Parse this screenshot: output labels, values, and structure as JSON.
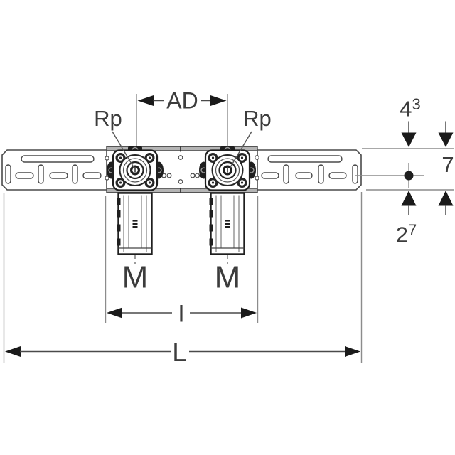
{
  "drawing": {
    "labels": {
      "spacing": "AD",
      "thread_left": "Rp",
      "thread_right": "Rp",
      "connection_left": "M",
      "connection_right": "M",
      "span_inner": "I",
      "span_total": "L",
      "offset_top": {
        "value": "4",
        "sup": "3"
      },
      "center_height": "7",
      "offset_bottom": {
        "value": "2",
        "sup": "7"
      }
    },
    "colors": {
      "line_dark": "#1f1f1f",
      "line_medium": "#4a4a4a",
      "line_light": "#8c8c8c",
      "band_fill": "#b4b4b4",
      "text": "#3c3c3c",
      "arrow": "#1a1a1a",
      "background": "#ffffff"
    }
  }
}
